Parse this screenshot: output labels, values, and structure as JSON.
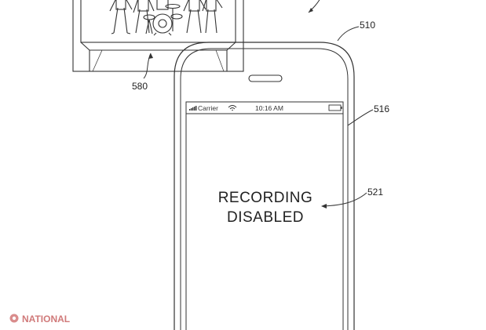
{
  "labels": {
    "stage_ref": "580",
    "device_ref": "510",
    "housing_ref": "516",
    "message_ref": "521"
  },
  "status_bar": {
    "carrier": "Carrier",
    "time": "10:16 AM"
  },
  "screen": {
    "message_line1": "RECORDING",
    "message_line2": "DISABLED"
  },
  "watermark": {
    "text": "NATIONAL"
  },
  "icons": {
    "signal": "signal-bars-icon",
    "wifi": "wifi-icon",
    "battery": "battery-icon",
    "speaker": "earpiece-speaker-icon",
    "watermark_logo": "national-logo-icon"
  }
}
